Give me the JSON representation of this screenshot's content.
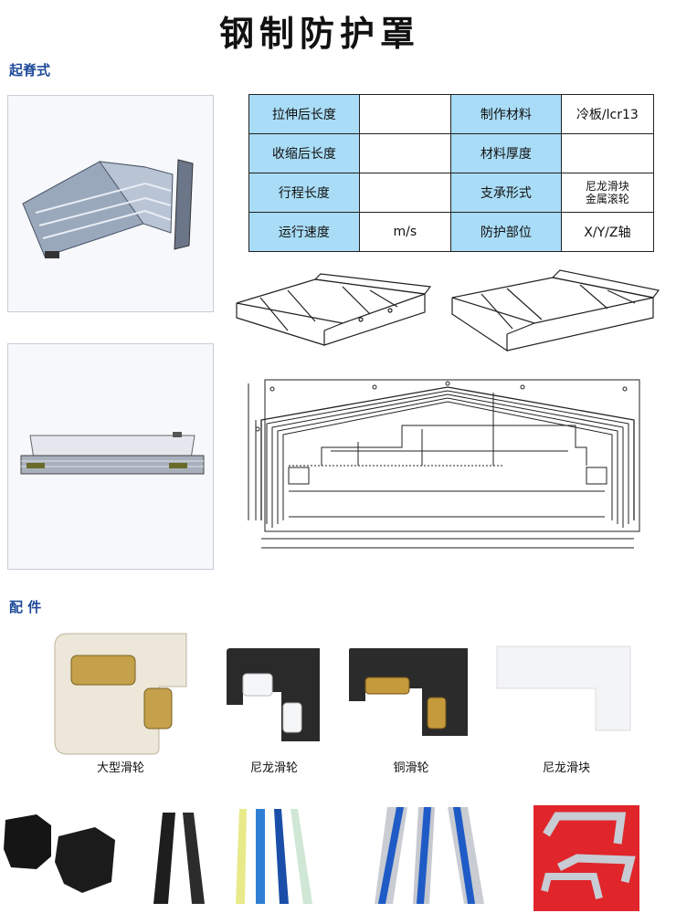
{
  "page_title": "钢制防护罩",
  "sections": {
    "main": "起脊式",
    "parts": "配 件"
  },
  "spec_table": {
    "rows": [
      {
        "label1": "拉伸后长度",
        "value1": "",
        "label2": "制作材料",
        "value2": "冷板/lcr13"
      },
      {
        "label1": "收缩后长度",
        "value1": "",
        "label2": "材料厚度",
        "value2": ""
      },
      {
        "label1": "行程长度",
        "value1": "",
        "label2": "支承形式",
        "value2": "尼龙滑块\n金属滚轮"
      },
      {
        "label1": "运行速度",
        "value1": "m/s",
        "label2": "防护部位",
        "value2": "X/Y/Z轴"
      }
    ]
  },
  "parts": [
    {
      "label": "大型滑轮"
    },
    {
      "label": "尼龙滑轮"
    },
    {
      "label": "铜滑轮"
    },
    {
      "label": "尼龙滑块"
    }
  ],
  "colors": {
    "table_label_bg": "#a9dcf6",
    "section_text": "#1e4a9a",
    "red_plate": "#e0262b"
  }
}
